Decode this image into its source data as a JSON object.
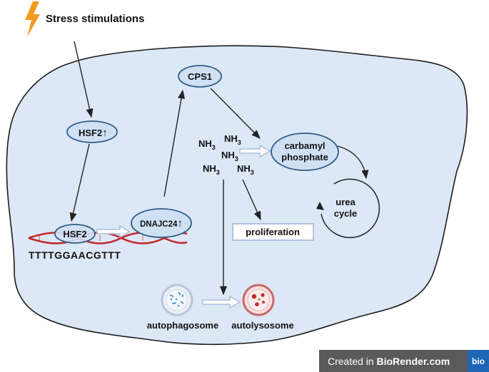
{
  "title": "Stress stimulations",
  "nodes": {
    "cps1": "CPS1",
    "hsf2_top": "HSF2",
    "hsf2_dna": "HSF2",
    "dnajc24": "DNAJC24",
    "carbamyl_line1": "carbamyl",
    "carbamyl_line2": "phosphate",
    "urea_line1": "urea",
    "urea_line2": "cycle",
    "proliferation": "proliferation",
    "autophagosome": "autophagosome",
    "autolysosome": "autolysosome"
  },
  "up_arrow_glyph": "↑",
  "dna_sequence": "TTTTGGAACGTTT",
  "ammonia": {
    "base": "NH",
    "subscript": "3"
  },
  "badge": {
    "prefix": "Created in",
    "brand": "BioRender.com",
    "logo": "bio"
  },
  "colors": {
    "cell_fill": "#dde8f6",
    "node_fill": "#cfe0f3",
    "node_stroke": "#2f5d8a",
    "bolt": "#f39a1e",
    "dna_red": "#c0282c",
    "hollow_arrow": "#a9bedd"
  }
}
